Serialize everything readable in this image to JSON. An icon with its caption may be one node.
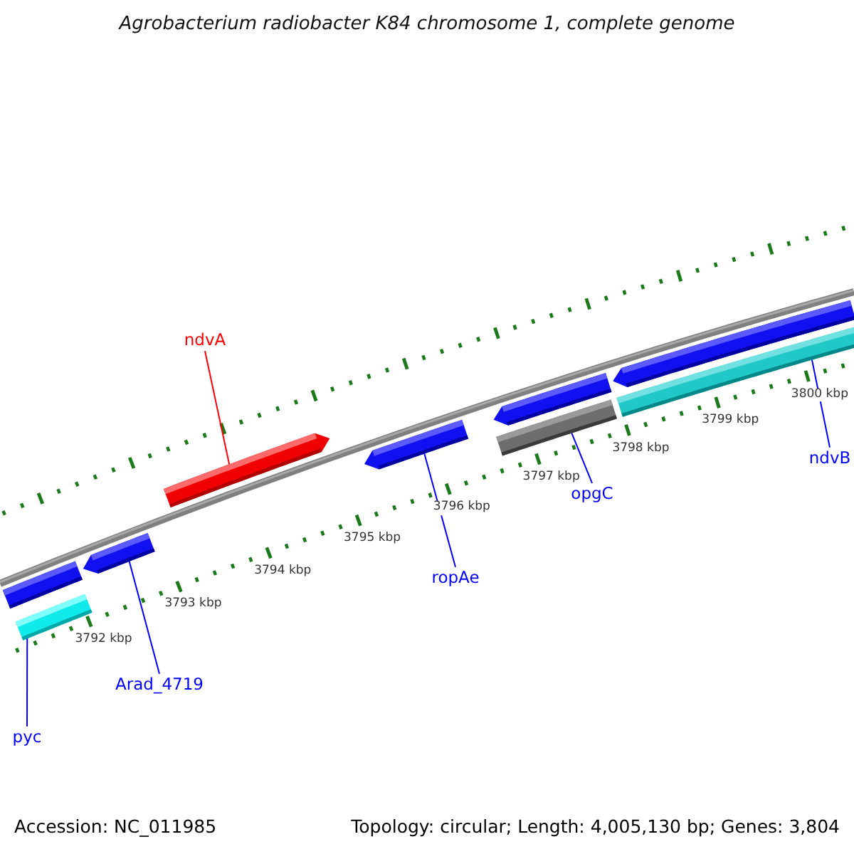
{
  "diagram": {
    "title": "Agrobacterium radiobacter K84 chromosome 1, complete genome",
    "nodes": [
      {
        "text": [
          "ndvA"
        ]
      },
      {
        "text": [
          "pyc"
        ]
      },
      {
        "text": [
          "Arad_4719"
        ]
      },
      {
        "text": [
          "ropAe"
        ]
      },
      {
        "text": [
          "opgC"
        ]
      },
      {
        "text": [
          "ndvB"
        ]
      },
      {
        "text": [],
        "shape": "bar"
      },
      {
        "text": [],
        "shape": "bar"
      },
      {
        "text": [],
        "shape": "bar"
      },
      {
        "text": [],
        "shape": "bar"
      },
      {
        "text": [],
        "shape": "bar"
      },
      {
        "text": [],
        "shape": "bar"
      },
      {
        "text": [],
        "shape": "bar"
      },
      {
        "text": [],
        "shape": "bar"
      },
      {
        "text": [],
        "shape": "bar"
      }
    ],
    "edges": [
      {
        "from": 0,
        "to": 9,
        "arrow": "none",
        "color": "#ff0000"
      },
      {
        "from": 1,
        "to": 7,
        "arrow": "none"
      },
      {
        "from": 2,
        "to": 8,
        "arrow": "none"
      },
      {
        "from": 3,
        "to": 10,
        "arrow": "none"
      },
      {
        "from": 4,
        "to": 12,
        "arrow": "none"
      },
      {
        "from": 5,
        "to": 14,
        "arrow": "none"
      }
    ],
    "labels": [
      "3792 kbp",
      "3793 kbp",
      "3794 kbp",
      "3795 kbp",
      "3796 kbp",
      "3797 kbp",
      "3798 kbp",
      "3799 kbp",
      "3800 kbp",
      "Accession: NC_011985",
      "Topology: circular; Length: 4,005,130 bp; Genes: 3,804"
    ]
  }
}
